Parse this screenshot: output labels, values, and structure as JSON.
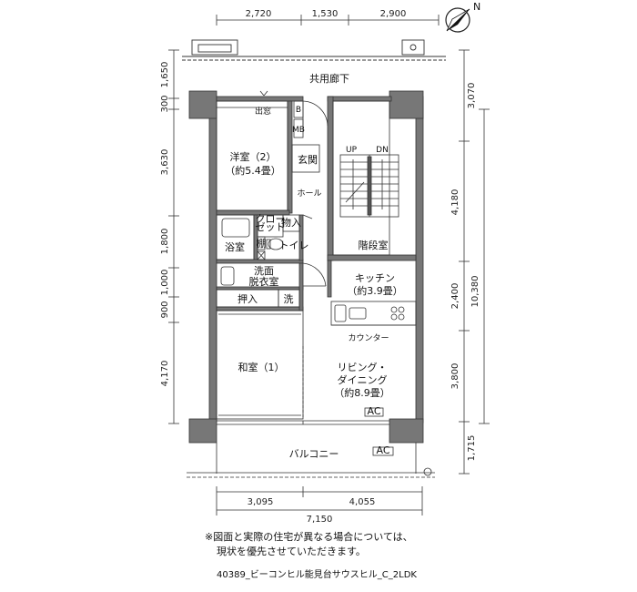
{
  "colors": {
    "wall": "#777777",
    "line": "#333333",
    "paper": "#ffffff"
  },
  "rooms": {
    "corridor": "共用廊下",
    "exit_window": "出窓",
    "bedroom2_name": "洋室（2）",
    "bedroom2_size": "（約5.4畳）",
    "entrance": "玄関",
    "hall": "ホール",
    "closet_line1": "クロー",
    "closet_line2": "ゼット",
    "storage": "物入",
    "bath": "浴室",
    "toilet": "トイレ",
    "washroom_line1": "洗面",
    "washroom_line2": "脱衣室",
    "oshiire": "押入",
    "washer": "洗",
    "stairwell": "階段室",
    "up": "UP",
    "down": "DN",
    "kitchen_name": "キッチン",
    "kitchen_size": "（約3.9畳）",
    "counter": "カウンター",
    "washitsu": "和室（1）",
    "living_line1": "リビング・",
    "living_line2": "ダイニング",
    "living_size": "（約8.9畳）",
    "balcony": "バルコニー",
    "ac": "AC",
    "mb": "MB",
    "pipe_mark": "B",
    "shoe_box": "棚"
  },
  "dimensions": {
    "top": [
      "2,720",
      "1,530",
      "2,900"
    ],
    "left": [
      "1,650",
      "300",
      "3,630",
      "1,800",
      "1,000",
      "900",
      "4,170"
    ],
    "right": [
      "3,070",
      "4,180",
      "2,400",
      "3,800",
      "1,715"
    ],
    "right_total": "10,380",
    "bottom": [
      "3,095",
      "4,055"
    ],
    "bottom_total": "7,150"
  },
  "compass": "N",
  "notes": {
    "line1": "※図面と実際の住宅が異なる場合については、",
    "line2": "現状を優先させていただきます。",
    "caption": "40389_ビーコンヒル能見台サウスヒル_C_2LDK"
  }
}
